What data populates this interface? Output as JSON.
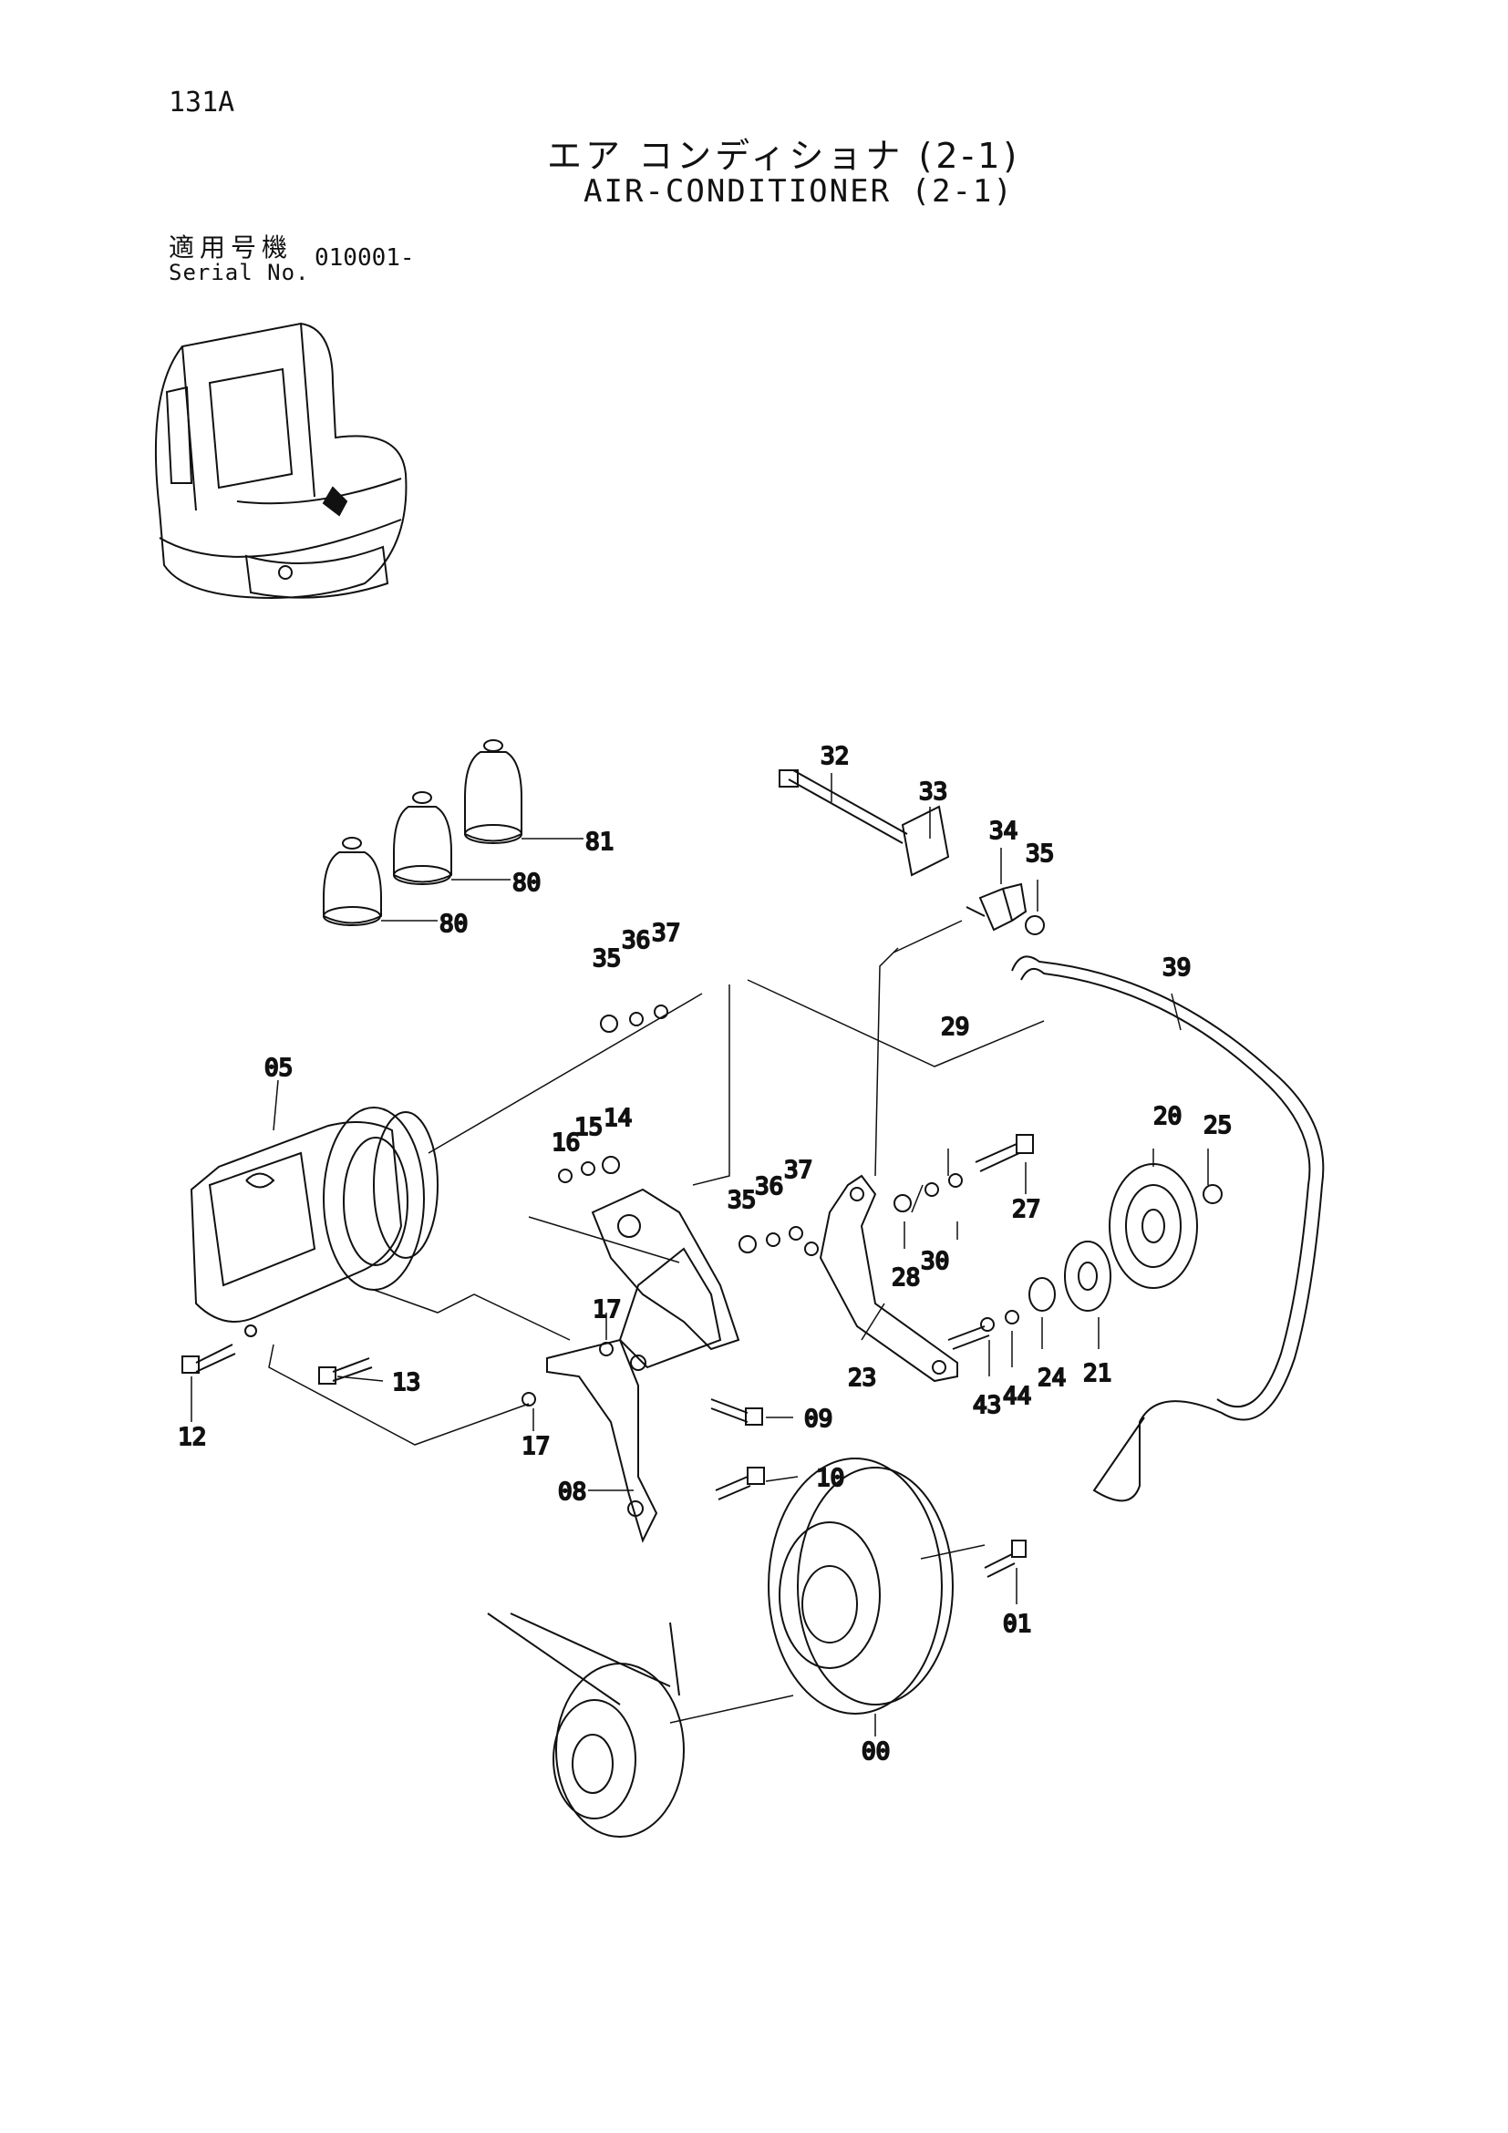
{
  "header": {
    "page_number": "131A",
    "title_jp": "エア コンディショナ (2-1)",
    "title_en": "AIR-CONDITIONER (2-1)",
    "serial_label_jp": "適用号機",
    "serial_label_en": "Serial No.",
    "serial_value": "010001-"
  },
  "callouts": [
    "32",
    "33",
    "34",
    "35",
    "81",
    "80",
    "80",
    "35",
    "36",
    "37",
    "39",
    "05",
    "29",
    "16",
    "15",
    "14",
    "20",
    "25",
    "35",
    "36",
    "37",
    "27",
    "28",
    "30",
    "17",
    "13",
    "12",
    "23",
    "21",
    "24",
    "43",
    "44",
    "09",
    "17",
    "08",
    "10",
    "01",
    "00"
  ]
}
